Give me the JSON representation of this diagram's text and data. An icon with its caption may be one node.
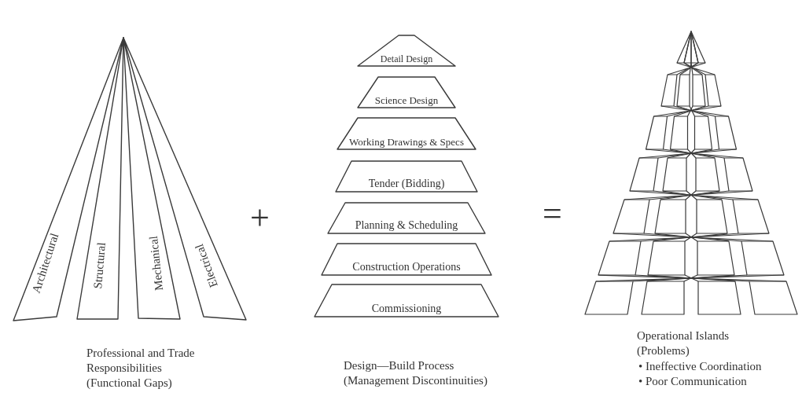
{
  "diagram": {
    "nodes": [
      {
        "text": [
          "Architectural"
        ]
      },
      {
        "text": [
          "Structural"
        ]
      },
      {
        "text": [
          "Mechanical"
        ]
      },
      {
        "text": [
          "Electrical"
        ]
      },
      {
        "text": [
          "Detail Design"
        ]
      },
      {
        "text": [
          "Science Design"
        ]
      },
      {
        "text": [
          "Working Drawings & Specs"
        ]
      },
      {
        "text": [
          "Tender (Bidding)"
        ]
      },
      {
        "text": [
          "Planning & Scheduling"
        ]
      },
      {
        "text": [
          "Construction Operations"
        ]
      },
      {
        "text": [
          "Commissioning"
        ]
      }
    ],
    "labels": [
      "+",
      "=",
      "Professional and Trade Responsibilities (Functional Gaps)",
      "Design—Build Process (Management Discontinuities)",
      "Operational Islands (Problems)",
      "• Ineffective Coordination",
      "• Poor Communication"
    ]
  }
}
